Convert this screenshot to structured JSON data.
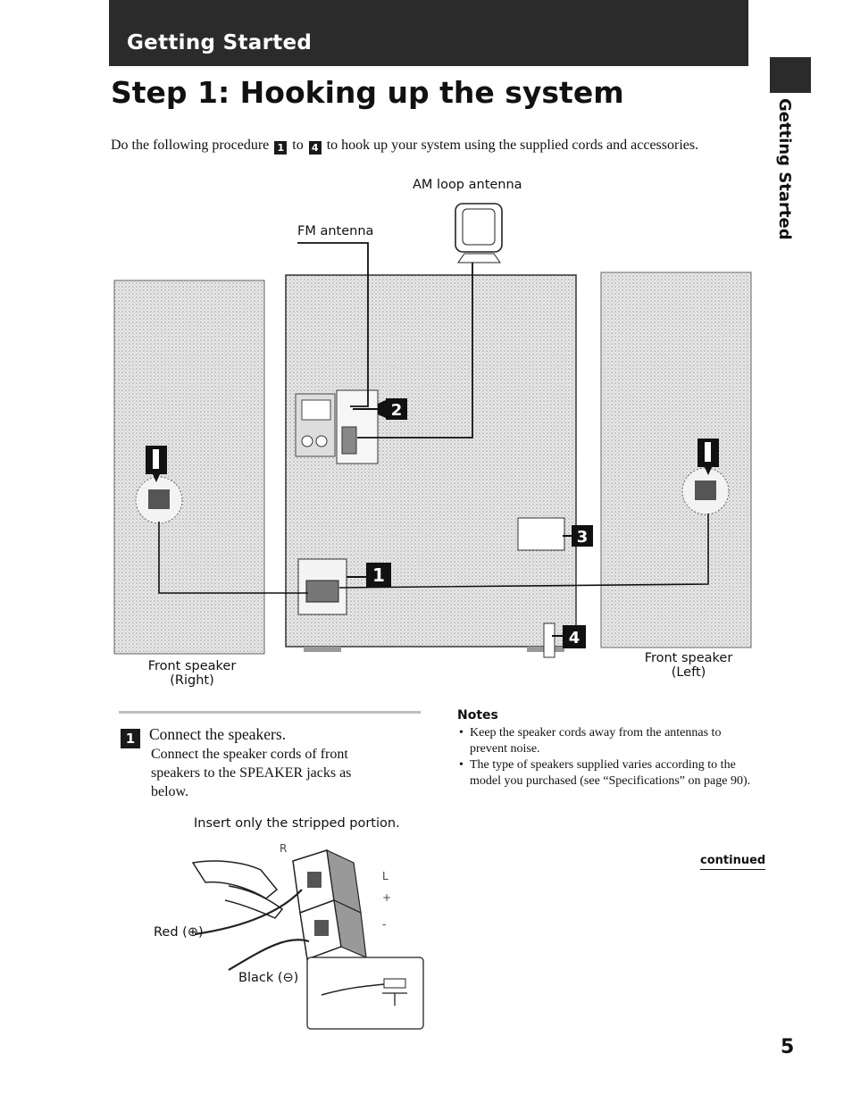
{
  "header": {
    "section": "Getting Started",
    "title": "Step 1: Hooking up the system",
    "side_tab": "Getting Started"
  },
  "intro": {
    "part1": "Do the following procedure",
    "num_start": "1",
    "part2": "to",
    "num_end": "4",
    "part3": "to hook up your system using the supplied cords and accessories."
  },
  "diagram": {
    "am_antenna": "AM loop antenna",
    "fm_antenna": "FM antenna",
    "front_right_l1": "Front speaker",
    "front_right_l2": "(Right)",
    "front_left_l1": "Front speaker",
    "front_left_l2": "(Left)",
    "callouts": [
      "1",
      "2",
      "3",
      "1",
      "1",
      "4"
    ]
  },
  "step1": {
    "number": "1",
    "heading": "Connect the speakers.",
    "body": "Connect the speaker cords of front speakers to the SPEAKER jacks as below."
  },
  "detail": {
    "insert_note": "Insert only the stripped portion.",
    "r": "R",
    "l": "L",
    "plus": "+",
    "minus": "-",
    "red": "Red (⊕)",
    "black": "Black (⊖)"
  },
  "notes": {
    "title": "Notes",
    "items": [
      "Keep the speaker cords away from the antennas to prevent noise.",
      "The type of speakers supplied varies according to the model you purchased (see “Specifications” on page 90)."
    ]
  },
  "footer": {
    "continued": "continued",
    "page_number": "5"
  }
}
